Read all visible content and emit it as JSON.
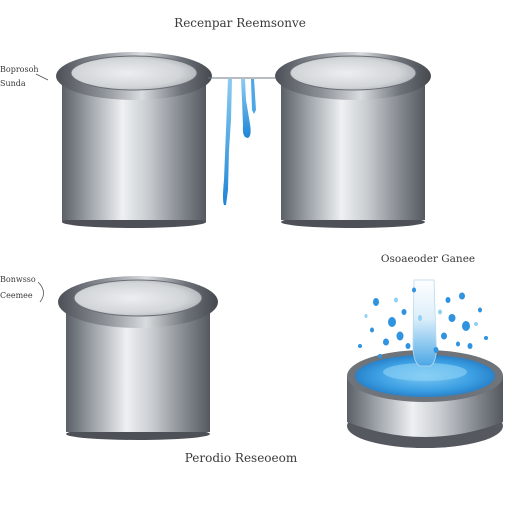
{
  "labels": {
    "top_title": "Recenpar Reemsonve",
    "top_left_side": [
      "Boprosoh",
      "Sunda"
    ],
    "middle_left_side": [
      "Bonwsso",
      "Ceemee"
    ],
    "right_caption": "Osoaeoder Ganee",
    "bottom_title": "Perodio Reseoeom"
  },
  "colors": {
    "metal_dark": "#5e6268",
    "metal_light": "#e8eaec",
    "water": "#2f93df",
    "water_light": "#6cc1f2",
    "leader_line": "#555555"
  }
}
